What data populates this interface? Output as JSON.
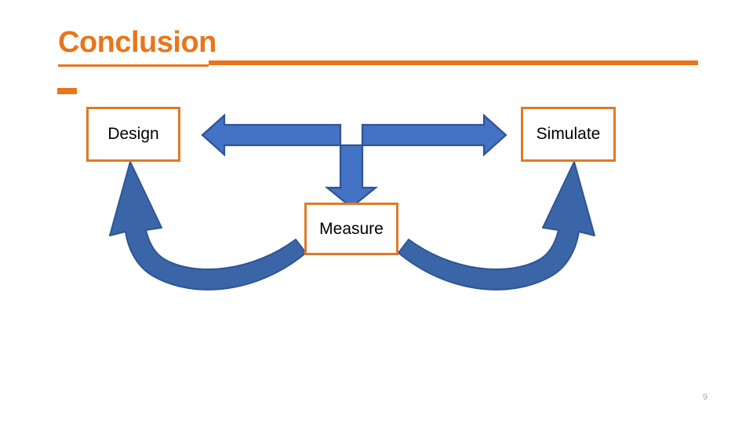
{
  "slide": {
    "title": "Conclusion",
    "page_number": "9",
    "background_color": "#ffffff"
  },
  "theme": {
    "title_color": "#E8761B",
    "box_border_color": "#DE7A26",
    "box_fill_color": "#ffffff",
    "arrow_fill_color": "#4472C4",
    "arrow_stroke_color": "#2E5496",
    "text_color": "#000000",
    "page_number_color": "#a6a6a6"
  },
  "diagram": {
    "type": "cycle",
    "nodes": [
      {
        "id": "design",
        "label": "Design"
      },
      {
        "id": "simulate",
        "label": "Simulate"
      },
      {
        "id": "measure",
        "label": "Measure"
      }
    ],
    "connectors": [
      {
        "id": "design-simulate",
        "shape": "double-headed-horizontal-arrow",
        "from": "design",
        "to": "simulate"
      },
      {
        "id": "to-measure",
        "shape": "down-arrow",
        "from": "design-simulate-link",
        "to": "measure"
      },
      {
        "id": "measure-design",
        "shape": "curved-arrow",
        "from": "measure",
        "to": "design"
      },
      {
        "id": "measure-simulate",
        "shape": "curved-arrow",
        "from": "measure",
        "to": "simulate"
      }
    ]
  }
}
